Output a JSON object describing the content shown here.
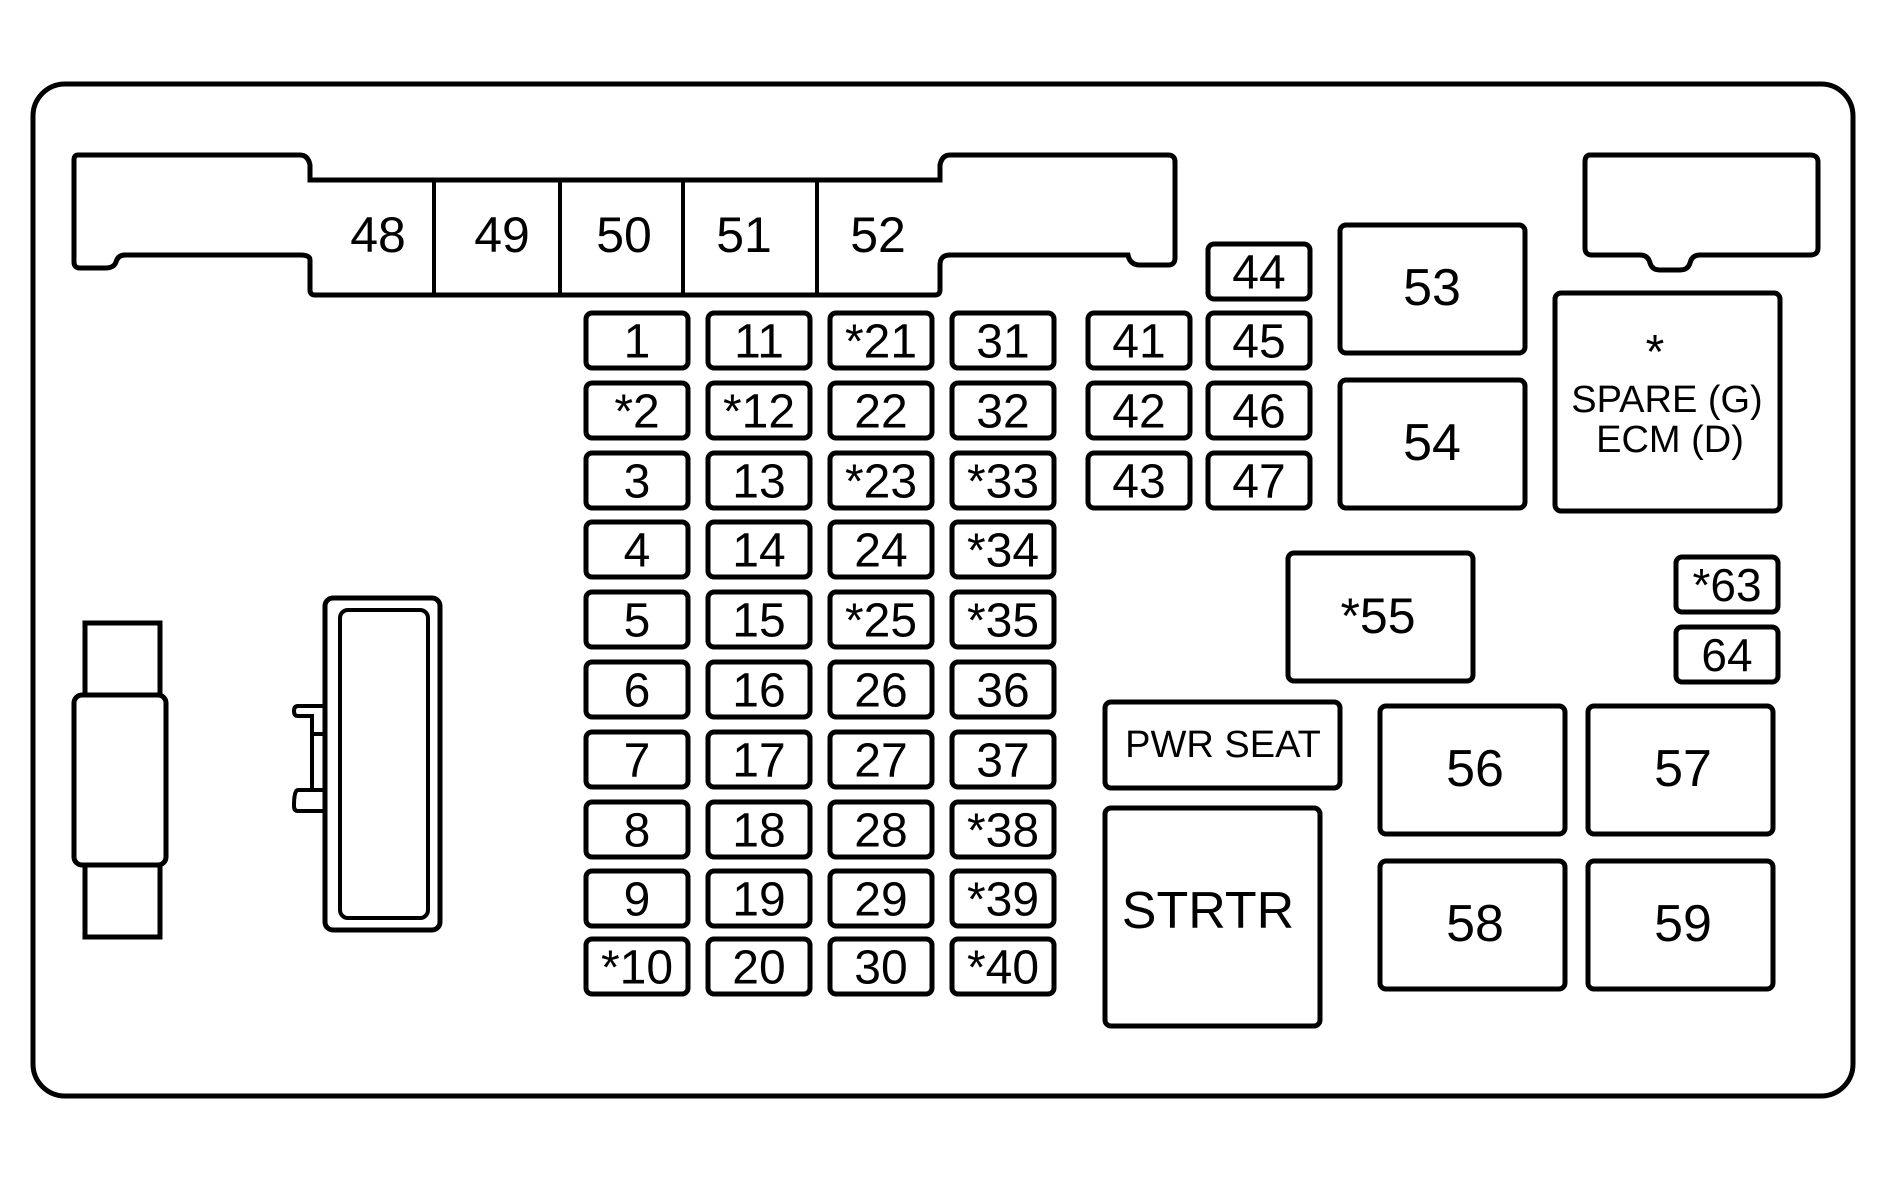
{
  "top_relays": [
    "48",
    "49",
    "50",
    "51",
    "52"
  ],
  "fuse_columns": [
    [
      "1",
      "*2",
      "3",
      "4",
      "5",
      "6",
      "7",
      "8",
      "9",
      "*10"
    ],
    [
      "11",
      "*12",
      "13",
      "14",
      "15",
      "16",
      "17",
      "18",
      "19",
      "20"
    ],
    [
      "*21",
      "22",
      "*23",
      "24",
      "*25",
      "26",
      "27",
      "28",
      "29",
      "30"
    ],
    [
      "31",
      "32",
      "*33",
      "*34",
      "*35",
      "36",
      "37",
      "*38",
      "*39",
      "*40"
    ]
  ],
  "fuse_column_41": [
    "41",
    "42",
    "43"
  ],
  "fuse_column_44": [
    "44",
    "45",
    "46",
    "47"
  ],
  "relay_53": "53",
  "relay_54": "54",
  "relay_55": "*55",
  "spare_ecm": {
    "star": "*",
    "line1": "SPARE (G)",
    "line2": "ECM (D)"
  },
  "fuse_63": "*63",
  "fuse_64": "64",
  "pwr_seat": "PWR SEAT",
  "strtr": "STRTR",
  "relay_56": "56",
  "relay_57": "57",
  "relay_58": "58",
  "relay_59": "59"
}
